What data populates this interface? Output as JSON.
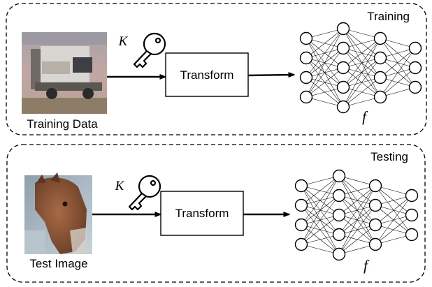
{
  "panels": [
    {
      "id": "training",
      "title": "Training",
      "input_caption": "Training Data",
      "key_symbol": "K",
      "transform_label": "Transform",
      "network_symbol": "f",
      "image_content": "truck-thumbnail"
    },
    {
      "id": "testing",
      "title": "Testing",
      "input_caption": "Test Image",
      "key_symbol": "K",
      "transform_label": "Transform",
      "network_symbol": "f",
      "image_content": "horse-thumbnail"
    }
  ],
  "network": {
    "layer_sizes": [
      4,
      5,
      4,
      3
    ]
  },
  "colors": {
    "stroke": "#000000",
    "background": "#ffffff"
  }
}
